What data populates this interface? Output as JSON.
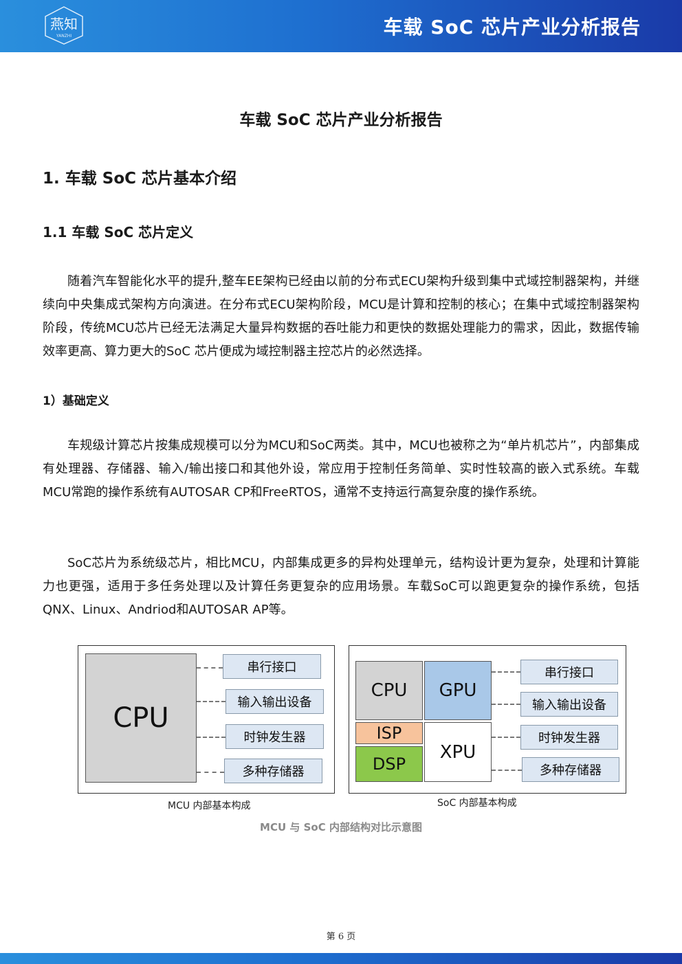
{
  "header": {
    "logo_text": "燕知",
    "logo_sub": "YANZHI",
    "title": "车载 SoC 芯片产业分析报告"
  },
  "document": {
    "title": "车载 SoC 芯片产业分析报告",
    "section_1": "1.  车载 SoC 芯片基本介绍",
    "section_1_1": "1.1 车载 SoC 芯片定义",
    "para_1": "随着汽车智能化水平的提升,整车EE架构已经由以前的分布式ECU架构升级到集中式域控制器架构，并继续向中央集成式架构方向演进。在分布式ECU架构阶段，MCU是计算和控制的核心；在集中式域控制器架构阶段，传统MCU芯片已经无法满足大量异构数据的吞吐能力和更快的数据处理能力的需求，因此，数据传输效率更高、算力更大的SoC  芯片便成为域控制器主控芯片的必然选择。",
    "subsection_1": "1）基础定义",
    "para_2": "车规级计算芯片按集成规模可以分为MCU和SoC两类。其中，MCU也被称之为“单片机芯片”，内部集成有处理器、存储器、输入/输出接口和其他外设，常应用于控制任务简单、实时性较高的嵌入式系统。车载MCU常跑的操作系统有AUTOSAR CP和FreeRTOS，通常不支持运行高复杂度的操作系统。",
    "para_3": "SoC芯片为系统级芯片，相比MCU，内部集成更多的异构处理单元，结构设计更为复杂，处理和计算能力也更强，适用于多任务处理以及计算任务更复杂的应用场景。车载SoC可以跑更复杂的操作系统，包括QNX、Linux、Andriod和AUTOSAR AP等。"
  },
  "figure": {
    "mcu": {
      "cpu": "CPU",
      "interfaces": [
        "串行接口",
        "输入输出设备",
        "时钟发生器",
        "多种存储器"
      ],
      "caption": "MCU 内部基本构成"
    },
    "soc": {
      "cpu": "CPU",
      "gpu": "GPU",
      "isp": "ISP",
      "dsp": "DSP",
      "xpu": "XPU",
      "interfaces": [
        "串行接口",
        "输入输出设备",
        "时钟发生器",
        "多种存储器"
      ],
      "caption": "SoC 内部基本构成"
    },
    "caption": "MCU 与 SoC 内部结构对比示意图"
  },
  "footer": {
    "page_label": "第 6 页"
  }
}
